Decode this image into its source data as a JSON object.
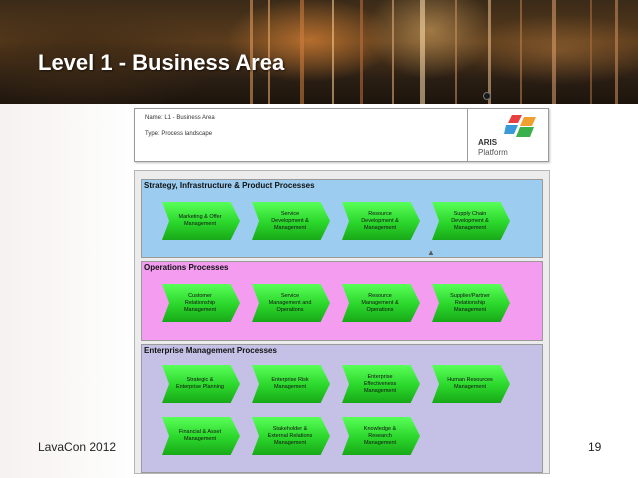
{
  "slide": {
    "title": "Level 1 - Business Area",
    "footer_left": "LavaCon 2012",
    "page_number": "19"
  },
  "header_card": {
    "name": "Name: L1 - Business Area",
    "type": "Type: Process landscape",
    "logo_line1": "ARIS",
    "logo_line2": "Platform"
  },
  "lanes": [
    {
      "title": "Strategy, Infrastructure & Product Processes",
      "color": "#9ccdf0",
      "processes": [
        "Marketing & Offer\nManagement",
        "Service\nDevelopment &\nManagement",
        "Resource\nDevelopment &\nManagement",
        "Supply Chain\nDevelopment &\nManagement"
      ]
    },
    {
      "title": "Operations Processes",
      "color": "#f39cf0",
      "processes": [
        "Customer\nRelationship\nManagement",
        "Service\nManagement and\nOperations",
        "Resource\nManagement &\nOperations",
        "Supplier/Partner\nRelationship\nManagement"
      ]
    },
    {
      "title": "Enterprise Management Processes",
      "color": "#c5c0e6",
      "processes": [
        "Strategic &\nEnterprise Planning",
        "Enterprise Risk\nManagement",
        "Enterprise\nEffectiveness\nManagement",
        "Human Resources\nManagement",
        "Financial & Asset\nManagement",
        "Stakeholder &\nExternal Relations\nManagement",
        "Knowledge &\nResearch\nManagement"
      ]
    }
  ],
  "colors": {
    "process_green": "#2bd62b",
    "title_text": "#ffffff"
  }
}
